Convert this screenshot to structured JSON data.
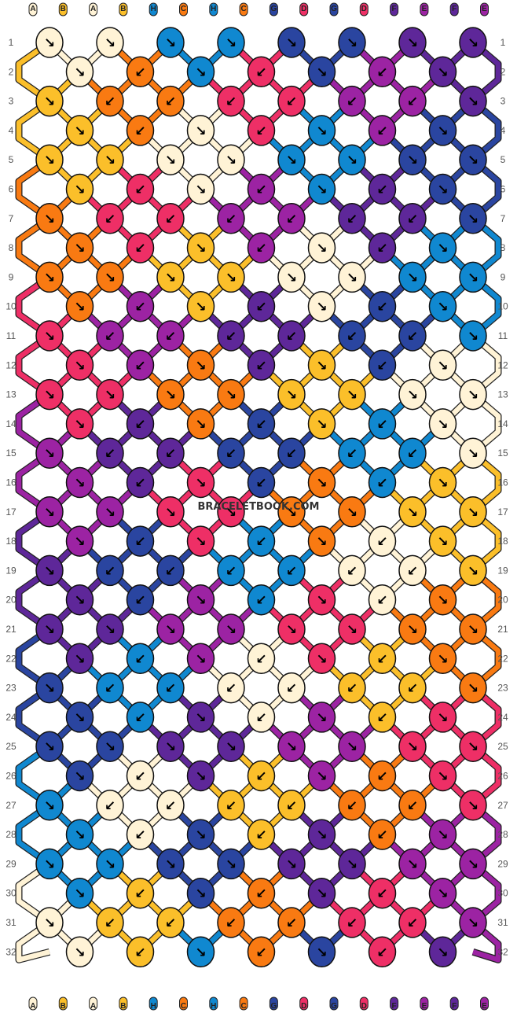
{
  "watermark": "BRACELETBOOK.COM",
  "strings": [
    "A",
    "B",
    "A",
    "B",
    "H",
    "C",
    "H",
    "C",
    "G",
    "D",
    "G",
    "D",
    "F",
    "E",
    "F",
    "E"
  ],
  "colors": {
    "A": "#FFF3D6",
    "B": "#FBBF2A",
    "C": "#F97A12",
    "D": "#EE2F66",
    "E": "#9C23A3",
    "F": "#5E2799",
    "G": "#2A45A0",
    "H": "#1088D0"
  },
  "rows": [
    {
      "n": 1,
      "knots": [
        [
          "A",
          "br"
        ],
        [
          "A",
          "br"
        ],
        [
          "H",
          "br"
        ],
        [
          "H",
          "br"
        ],
        [
          "G",
          "br"
        ],
        [
          "G",
          "br"
        ],
        [
          "F",
          "br"
        ],
        [
          "F",
          "br"
        ]
      ]
    },
    {
      "n": 2,
      "knots": [
        [
          "A",
          "br"
        ],
        [
          "C",
          "bl"
        ],
        [
          "H",
          "br"
        ],
        [
          "D",
          "bl"
        ],
        [
          "G",
          "br"
        ],
        [
          "E",
          "bl"
        ],
        [
          "F",
          "br"
        ]
      ]
    },
    {
      "n": 3,
      "knots": [
        [
          "B",
          "br"
        ],
        [
          "C",
          "bl"
        ],
        [
          "C",
          "bl"
        ],
        [
          "D",
          "bl"
        ],
        [
          "D",
          "bl"
        ],
        [
          "E",
          "bl"
        ],
        [
          "E",
          "bl"
        ],
        [
          "F",
          "br"
        ]
      ]
    },
    {
      "n": 4,
      "knots": [
        [
          "B",
          "br"
        ],
        [
          "C",
          "bl"
        ],
        [
          "A",
          "br"
        ],
        [
          "D",
          "bl"
        ],
        [
          "H",
          "br"
        ],
        [
          "E",
          "bl"
        ],
        [
          "G",
          "br"
        ]
      ]
    },
    {
      "n": 5,
      "knots": [
        [
          "B",
          "br"
        ],
        [
          "B",
          "br"
        ],
        [
          "A",
          "br"
        ],
        [
          "A",
          "br"
        ],
        [
          "H",
          "br"
        ],
        [
          "H",
          "br"
        ],
        [
          "G",
          "br"
        ],
        [
          "G",
          "br"
        ]
      ]
    },
    {
      "n": 6,
      "knots": [
        [
          "B",
          "br"
        ],
        [
          "D",
          "bl"
        ],
        [
          "A",
          "br"
        ],
        [
          "E",
          "bl"
        ],
        [
          "H",
          "br"
        ],
        [
          "F",
          "bl"
        ],
        [
          "G",
          "br"
        ]
      ]
    },
    {
      "n": 7,
      "knots": [
        [
          "C",
          "br"
        ],
        [
          "D",
          "bl"
        ],
        [
          "D",
          "bl"
        ],
        [
          "E",
          "bl"
        ],
        [
          "E",
          "bl"
        ],
        [
          "F",
          "bl"
        ],
        [
          "F",
          "bl"
        ],
        [
          "G",
          "br"
        ]
      ]
    },
    {
      "n": 8,
      "knots": [
        [
          "C",
          "br"
        ],
        [
          "D",
          "bl"
        ],
        [
          "B",
          "br"
        ],
        [
          "E",
          "bl"
        ],
        [
          "A",
          "br"
        ],
        [
          "F",
          "bl"
        ],
        [
          "H",
          "br"
        ]
      ]
    },
    {
      "n": 9,
      "knots": [
        [
          "C",
          "br"
        ],
        [
          "C",
          "br"
        ],
        [
          "B",
          "br"
        ],
        [
          "B",
          "br"
        ],
        [
          "A",
          "br"
        ],
        [
          "A",
          "br"
        ],
        [
          "H",
          "br"
        ],
        [
          "H",
          "br"
        ]
      ]
    },
    {
      "n": 10,
      "knots": [
        [
          "C",
          "br"
        ],
        [
          "E",
          "bl"
        ],
        [
          "B",
          "br"
        ],
        [
          "F",
          "bl"
        ],
        [
          "A",
          "br"
        ],
        [
          "G",
          "bl"
        ],
        [
          "H",
          "br"
        ]
      ]
    },
    {
      "n": 11,
      "knots": [
        [
          "D",
          "br"
        ],
        [
          "E",
          "bl"
        ],
        [
          "E",
          "bl"
        ],
        [
          "F",
          "bl"
        ],
        [
          "F",
          "bl"
        ],
        [
          "G",
          "bl"
        ],
        [
          "G",
          "bl"
        ],
        [
          "H",
          "br"
        ]
      ]
    },
    {
      "n": 12,
      "knots": [
        [
          "D",
          "br"
        ],
        [
          "E",
          "bl"
        ],
        [
          "C",
          "br"
        ],
        [
          "F",
          "bl"
        ],
        [
          "B",
          "br"
        ],
        [
          "G",
          "bl"
        ],
        [
          "A",
          "br"
        ]
      ]
    },
    {
      "n": 13,
      "knots": [
        [
          "D",
          "br"
        ],
        [
          "D",
          "br"
        ],
        [
          "C",
          "br"
        ],
        [
          "C",
          "br"
        ],
        [
          "B",
          "br"
        ],
        [
          "B",
          "br"
        ],
        [
          "A",
          "br"
        ],
        [
          "A",
          "br"
        ]
      ]
    },
    {
      "n": 14,
      "knots": [
        [
          "D",
          "br"
        ],
        [
          "F",
          "bl"
        ],
        [
          "C",
          "br"
        ],
        [
          "G",
          "bl"
        ],
        [
          "B",
          "br"
        ],
        [
          "H",
          "bl"
        ],
        [
          "A",
          "br"
        ]
      ]
    },
    {
      "n": 15,
      "knots": [
        [
          "E",
          "br"
        ],
        [
          "F",
          "bl"
        ],
        [
          "F",
          "bl"
        ],
        [
          "G",
          "bl"
        ],
        [
          "G",
          "bl"
        ],
        [
          "H",
          "bl"
        ],
        [
          "H",
          "bl"
        ],
        [
          "A",
          "br"
        ]
      ]
    },
    {
      "n": 16,
      "knots": [
        [
          "E",
          "br"
        ],
        [
          "F",
          "bl"
        ],
        [
          "D",
          "br"
        ],
        [
          "G",
          "bl"
        ],
        [
          "C",
          "br"
        ],
        [
          "H",
          "bl"
        ],
        [
          "B",
          "br"
        ]
      ]
    },
    {
      "n": 17,
      "knots": [
        [
          "E",
          "br"
        ],
        [
          "E",
          "br"
        ],
        [
          "D",
          "br"
        ],
        [
          "D",
          "br"
        ],
        [
          "C",
          "br"
        ],
        [
          "C",
          "br"
        ],
        [
          "B",
          "br"
        ],
        [
          "B",
          "br"
        ]
      ]
    },
    {
      "n": 18,
      "knots": [
        [
          "E",
          "br"
        ],
        [
          "G",
          "bl"
        ],
        [
          "D",
          "br"
        ],
        [
          "H",
          "bl"
        ],
        [
          "C",
          "br"
        ],
        [
          "A",
          "bl"
        ],
        [
          "B",
          "br"
        ]
      ]
    },
    {
      "n": 19,
      "knots": [
        [
          "F",
          "br"
        ],
        [
          "G",
          "bl"
        ],
        [
          "G",
          "bl"
        ],
        [
          "H",
          "bl"
        ],
        [
          "H",
          "bl"
        ],
        [
          "A",
          "bl"
        ],
        [
          "A",
          "bl"
        ],
        [
          "B",
          "br"
        ]
      ]
    },
    {
      "n": 20,
      "knots": [
        [
          "F",
          "br"
        ],
        [
          "G",
          "bl"
        ],
        [
          "E",
          "br"
        ],
        [
          "H",
          "bl"
        ],
        [
          "D",
          "br"
        ],
        [
          "A",
          "bl"
        ],
        [
          "C",
          "br"
        ]
      ]
    },
    {
      "n": 21,
      "knots": [
        [
          "F",
          "br"
        ],
        [
          "F",
          "br"
        ],
        [
          "E",
          "br"
        ],
        [
          "E",
          "br"
        ],
        [
          "D",
          "br"
        ],
        [
          "D",
          "br"
        ],
        [
          "C",
          "br"
        ],
        [
          "C",
          "br"
        ]
      ]
    },
    {
      "n": 22,
      "knots": [
        [
          "F",
          "br"
        ],
        [
          "H",
          "bl"
        ],
        [
          "E",
          "br"
        ],
        [
          "A",
          "bl"
        ],
        [
          "D",
          "br"
        ],
        [
          "B",
          "bl"
        ],
        [
          "C",
          "br"
        ]
      ]
    },
    {
      "n": 23,
      "knots": [
        [
          "G",
          "br"
        ],
        [
          "H",
          "bl"
        ],
        [
          "H",
          "bl"
        ],
        [
          "A",
          "bl"
        ],
        [
          "A",
          "bl"
        ],
        [
          "B",
          "bl"
        ],
        [
          "B",
          "bl"
        ],
        [
          "C",
          "br"
        ]
      ]
    },
    {
      "n": 24,
      "knots": [
        [
          "G",
          "br"
        ],
        [
          "H",
          "bl"
        ],
        [
          "F",
          "br"
        ],
        [
          "A",
          "bl"
        ],
        [
          "E",
          "br"
        ],
        [
          "B",
          "bl"
        ],
        [
          "D",
          "br"
        ]
      ]
    },
    {
      "n": 25,
      "knots": [
        [
          "G",
          "br"
        ],
        [
          "G",
          "br"
        ],
        [
          "F",
          "br"
        ],
        [
          "F",
          "br"
        ],
        [
          "E",
          "br"
        ],
        [
          "E",
          "br"
        ],
        [
          "D",
          "br"
        ],
        [
          "D",
          "br"
        ]
      ]
    },
    {
      "n": 26,
      "knots": [
        [
          "G",
          "br"
        ],
        [
          "A",
          "bl"
        ],
        [
          "F",
          "br"
        ],
        [
          "B",
          "bl"
        ],
        [
          "E",
          "br"
        ],
        [
          "C",
          "bl"
        ],
        [
          "D",
          "br"
        ]
      ]
    },
    {
      "n": 27,
      "knots": [
        [
          "H",
          "br"
        ],
        [
          "A",
          "bl"
        ],
        [
          "A",
          "bl"
        ],
        [
          "B",
          "bl"
        ],
        [
          "B",
          "bl"
        ],
        [
          "C",
          "bl"
        ],
        [
          "C",
          "bl"
        ],
        [
          "D",
          "br"
        ]
      ]
    },
    {
      "n": 28,
      "knots": [
        [
          "H",
          "br"
        ],
        [
          "A",
          "bl"
        ],
        [
          "G",
          "br"
        ],
        [
          "B",
          "bl"
        ],
        [
          "F",
          "br"
        ],
        [
          "C",
          "bl"
        ],
        [
          "E",
          "br"
        ]
      ]
    },
    {
      "n": 29,
      "knots": [
        [
          "H",
          "br"
        ],
        [
          "H",
          "br"
        ],
        [
          "G",
          "br"
        ],
        [
          "G",
          "br"
        ],
        [
          "F",
          "br"
        ],
        [
          "F",
          "br"
        ],
        [
          "E",
          "br"
        ],
        [
          "E",
          "br"
        ]
      ]
    },
    {
      "n": 30,
      "knots": [
        [
          "H",
          "br"
        ],
        [
          "B",
          "bl"
        ],
        [
          "G",
          "br"
        ],
        [
          "C",
          "bl"
        ],
        [
          "F",
          "br"
        ],
        [
          "D",
          "bl"
        ],
        [
          "E",
          "br"
        ]
      ]
    },
    {
      "n": 31,
      "knots": [
        [
          "A",
          "br"
        ],
        [
          "B",
          "bl"
        ],
        [
          "B",
          "bl"
        ],
        [
          "C",
          "bl"
        ],
        [
          "C",
          "bl"
        ],
        [
          "D",
          "bl"
        ],
        [
          "D",
          "bl"
        ],
        [
          "E",
          "br"
        ]
      ]
    },
    {
      "n": 32,
      "knots": [
        [
          "A",
          "br"
        ],
        [
          "B",
          "bl"
        ],
        [
          "H",
          "br"
        ],
        [
          "C",
          "bl"
        ],
        [
          "G",
          "br"
        ],
        [
          "D",
          "bl"
        ],
        [
          "F",
          "br"
        ]
      ]
    }
  ]
}
